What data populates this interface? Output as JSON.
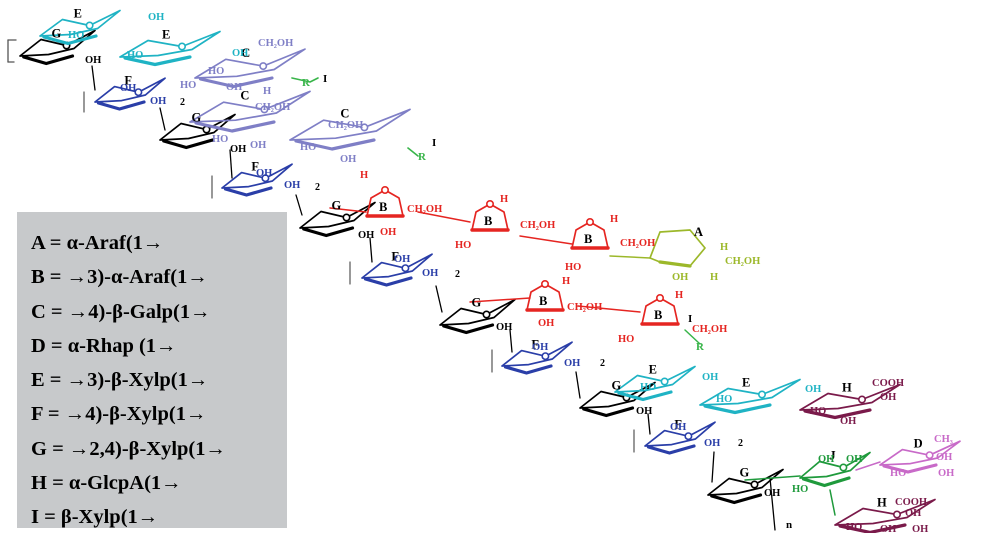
{
  "colors": {
    "E": "#1fb3c4",
    "C": "#7f7fc6",
    "F": "#2a3ea8",
    "G": "#000000",
    "B": "#e52521",
    "A": "#9cb82a",
    "H": "#7a1a4a",
    "J": "#1f9a3c",
    "D": "#c86ac8",
    "I": "#39b54a"
  },
  "legend": [
    {
      "key": "A",
      "text": "A = α-Araf(1→"
    },
    {
      "key": "B",
      "text": "B = →3)-α-Araf(1→"
    },
    {
      "key": "C",
      "text": "C = →4)-β-Galp(1→"
    },
    {
      "key": "D",
      "text": "D = α-Rhap (1→"
    },
    {
      "key": "E",
      "text": "E = →3)-β-Xylp(1→"
    },
    {
      "key": "F",
      "text": "F = →4)-β-Xylp(1→"
    },
    {
      "key": "G",
      "text": "G = →2,4)-β-Xylp(1→"
    },
    {
      "key": "H",
      "text": "H = α-GlcpA(1→"
    },
    {
      "key": "I",
      "text": "I = β-Xylp(1→"
    }
  ],
  "labels": {
    "OH": "OH",
    "HO": "HO",
    "H": "H",
    "O": "O",
    "R": "R",
    "I": "I",
    "CH2OH": "CH₂OH",
    "COOH": "COOH",
    "CH3": "CH₃",
    "repeat": "2",
    "polymer_n": "n",
    "A": "A",
    "B": "B",
    "C": "C",
    "D": "D",
    "E": "E",
    "F": "F",
    "G": "G",
    "J": "J"
  }
}
